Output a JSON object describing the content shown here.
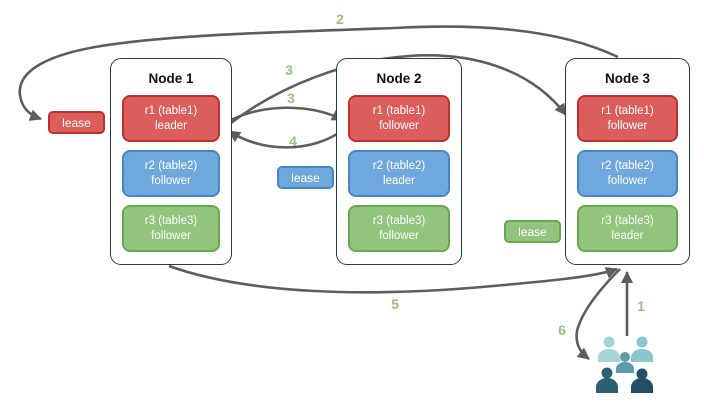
{
  "nodes": [
    {
      "title": "Node 1",
      "replicas": [
        {
          "name": "r1 (table1)",
          "role": "leader",
          "color": "red"
        },
        {
          "name": "r2 (table2)",
          "role": "follower",
          "color": "blue"
        },
        {
          "name": "r3 (table3)",
          "role": "follower",
          "color": "green"
        }
      ]
    },
    {
      "title": "Node 2",
      "replicas": [
        {
          "name": "r1 (table1)",
          "role": "follower",
          "color": "red"
        },
        {
          "name": "r2 (table2)",
          "role": "leader",
          "color": "blue"
        },
        {
          "name": "r3 (table3)",
          "role": "follower",
          "color": "green"
        }
      ]
    },
    {
      "title": "Node 3",
      "replicas": [
        {
          "name": "r1 (table1)",
          "role": "follower",
          "color": "red"
        },
        {
          "name": "r2 (table2)",
          "role": "follower",
          "color": "blue"
        },
        {
          "name": "r3 (table3)",
          "role": "leader",
          "color": "green"
        }
      ]
    }
  ],
  "leases": [
    {
      "label": "lease",
      "color": "red"
    },
    {
      "label": "lease",
      "color": "blue"
    },
    {
      "label": "lease",
      "color": "green"
    }
  ],
  "step_labels": [
    "2",
    "3",
    "3",
    "4",
    "5",
    "6",
    "1"
  ],
  "arrows": [
    {
      "label": "2",
      "from": "Node 3 top",
      "to": "red lease badge"
    },
    {
      "label": "3",
      "from": "Node 1 r1 leader",
      "to": "Node 3 r1 follower"
    },
    {
      "label": "3",
      "from": "Node 1 r1 leader",
      "to": "Node 2 r1 follower"
    },
    {
      "label": "4",
      "from": "Node 2 r1 follower",
      "to": "Node 1 r1 leader"
    },
    {
      "label": "5",
      "from": "Node 1 bottom",
      "to": "Node 3 r3 leader"
    },
    {
      "label": "1",
      "from": "users",
      "to": "Node 3 r3 leader"
    },
    {
      "label": "6",
      "from": "Node 3 r3 leader",
      "to": "users"
    }
  ],
  "icons": {
    "users": "users-icon"
  },
  "colors": {
    "replica_red": "#dc5e5c",
    "replica_red_border": "#c0302d",
    "replica_blue": "#6fa8dc",
    "replica_blue_border": "#4a86c6",
    "replica_green": "#93c47d",
    "replica_green_border": "#6aa84f",
    "node_border": "#23395d",
    "arrow": "#5d5d5d",
    "step_label": "#93c47d",
    "users_light": "#a3d4d6",
    "users_light2": "#8ac6cd",
    "users_medium": "#5d9cab",
    "users_dark": "#2d5f72",
    "users_darkest": "#224f63"
  }
}
